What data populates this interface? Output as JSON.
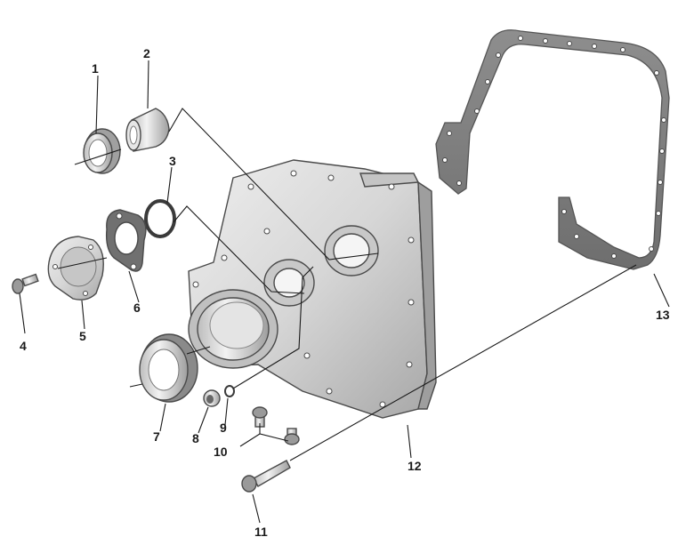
{
  "diagram": {
    "type": "exploded-parts-view",
    "colors": {
      "part_fill": "#d6d6d6",
      "part_light": "#eeeeee",
      "part_dark": "#a8a8a8",
      "outline": "#4a4a4a",
      "leader": "#1a1a1a"
    },
    "callouts": [
      {
        "id": "1",
        "label": "1"
      },
      {
        "id": "2",
        "label": "2"
      },
      {
        "id": "3",
        "label": "3"
      },
      {
        "id": "4",
        "label": "4"
      },
      {
        "id": "5",
        "label": "5"
      },
      {
        "id": "6",
        "label": "6"
      },
      {
        "id": "7",
        "label": "7"
      },
      {
        "id": "8",
        "label": "8"
      },
      {
        "id": "9",
        "label": "9"
      },
      {
        "id": "10",
        "label": "10"
      },
      {
        "id": "11",
        "label": "11"
      },
      {
        "id": "12",
        "label": "12"
      },
      {
        "id": "13",
        "label": "13"
      }
    ]
  }
}
